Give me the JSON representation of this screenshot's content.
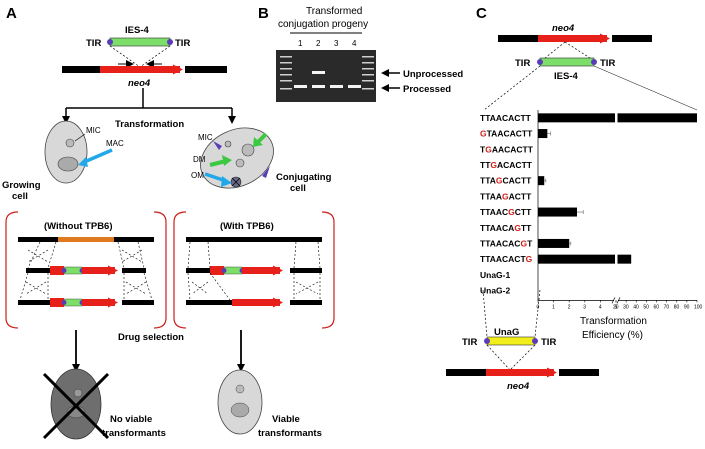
{
  "panels": {
    "a": "A",
    "b": "B",
    "c": "C"
  },
  "colors": {
    "neo4": "#e8201a",
    "ies": "#7dde6a",
    "unag": "#f2ee1a",
    "tir": "#5a3cb8",
    "arrow_blue": "#20a8e8",
    "bracket": "#cc1f1a",
    "orange": "#e07a20"
  },
  "panel_a": {
    "ies_label": "IES-4",
    "tir_left": "TIR",
    "tir_right": "TIR",
    "neo4": "neo4",
    "transformation": "Transformation",
    "mic": "MIC",
    "mac": "MAC",
    "growing_cell_line1": "Growing",
    "growing_cell_line2": "cell",
    "conj_mic": "MIC",
    "dm": "DM",
    "om": "OM",
    "conj_line1": "Conjugating",
    "conj_line2": "cell",
    "without_tpb6": "(Without TPB6)",
    "with_tpb6": "(With TPB6)",
    "drug_selection": "Drug selection",
    "no_viable_line1": "No viable",
    "no_viable_line2": "transformants",
    "viable_line1": "Viable",
    "viable_line2": "transformants"
  },
  "panel_b": {
    "title_line1": "Transformed",
    "title_line2": "conjugation progeny",
    "lanes": [
      "1",
      "2",
      "3",
      "4"
    ],
    "unprocessed": "Unprocessed",
    "processed": "Processed"
  },
  "panel_c": {
    "neo4_top": "neo4",
    "tir_left": "TIR",
    "tir_right": "TIR",
    "ies_label": "IES-4",
    "unag_label": "UnaG",
    "neo4_bottom": "neo4",
    "tir_left_bottom": "TIR",
    "tir_right_bottom": "TIR",
    "xlabel_line1": "Transformation",
    "xlabel_line2": "Efficiency (%)"
  },
  "chart_data": {
    "type": "bar",
    "orientation": "horizontal",
    "categories": [
      {
        "pre": "",
        "mut": "",
        "post": "TTAACACTT"
      },
      {
        "pre": "",
        "mut": "G",
        "post": "TAACACTT"
      },
      {
        "pre": "T",
        "mut": "G",
        "post": "AACACTT"
      },
      {
        "pre": "TT",
        "mut": "G",
        "post": "ACACTT"
      },
      {
        "pre": "TTA",
        "mut": "G",
        "post": "CACTT"
      },
      {
        "pre": "TTAA",
        "mut": "G",
        "post": "ACTT"
      },
      {
        "pre": "TTAAC",
        "mut": "G",
        "post": "CTT"
      },
      {
        "pre": "TTAACA",
        "mut": "G",
        "post": "TT"
      },
      {
        "pre": "TTAACAC",
        "mut": "G",
        "post": "T"
      },
      {
        "pre": "TTAACACT",
        "mut": "G",
        "post": ""
      },
      {
        "pre": "UnaG-1",
        "mut": "",
        "post": ""
      },
      {
        "pre": "UnaG-2",
        "mut": "",
        "post": ""
      }
    ],
    "values": [
      100,
      0.6,
      0,
      0,
      0.4,
      0,
      2.5,
      0,
      2.0,
      35,
      0,
      0
    ],
    "error": [
      0,
      0.2,
      0,
      0,
      0.1,
      0,
      0.4,
      0,
      0.1,
      0,
      0,
      0
    ],
    "axis_break": [
      5,
      20
    ],
    "xticks_low": [
      "0",
      "1",
      "2",
      "3",
      "4",
      "5"
    ],
    "xticks_high": [
      "20",
      "30",
      "40",
      "50",
      "60",
      "70",
      "80",
      "90",
      "100"
    ],
    "xlim": [
      0,
      100
    ],
    "grid": false
  }
}
